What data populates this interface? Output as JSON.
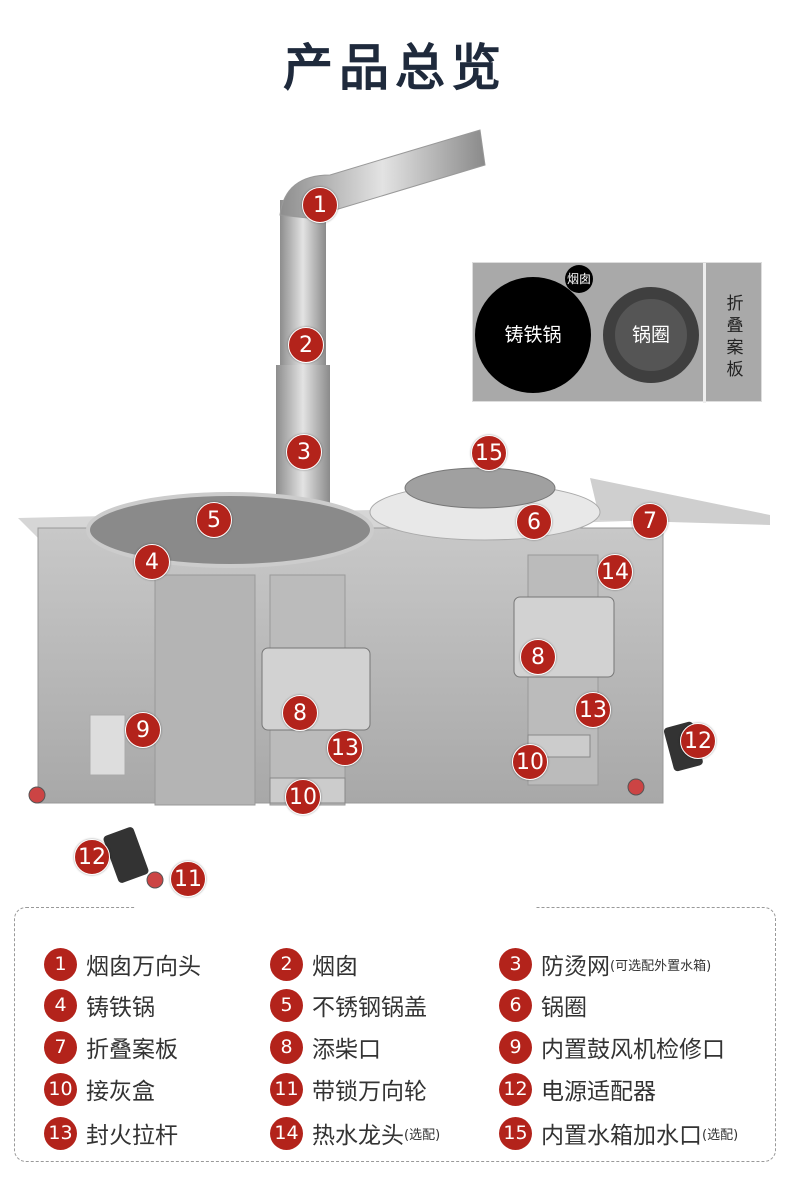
{
  "title": "产品总览",
  "inset": {
    "cast_iron_pot": "铸铁锅",
    "chimney": "烟囱",
    "pot_ring": "锅圈",
    "folding_board": "折叠案板"
  },
  "markers": [
    "1",
    "2",
    "3",
    "4",
    "5",
    "6",
    "7",
    "8",
    "8",
    "9",
    "10",
    "10",
    "11",
    "12",
    "12",
    "13",
    "13",
    "14",
    "15"
  ],
  "legend": [
    {
      "num": "1",
      "label": "烟囱万向头",
      "note": ""
    },
    {
      "num": "2",
      "label": "烟囱",
      "note": ""
    },
    {
      "num": "3",
      "label": "防烫网",
      "note": "(可选配外置水箱)"
    },
    {
      "num": "4",
      "label": "铸铁锅",
      "note": ""
    },
    {
      "num": "5",
      "label": "不锈钢锅盖",
      "note": ""
    },
    {
      "num": "6",
      "label": "锅圈",
      "note": ""
    },
    {
      "num": "7",
      "label": "折叠案板",
      "note": ""
    },
    {
      "num": "8",
      "label": "添柴口",
      "note": ""
    },
    {
      "num": "9",
      "label": "内置鼓风机检修口",
      "note": ""
    },
    {
      "num": "10",
      "label": "接灰盒",
      "note": ""
    },
    {
      "num": "11",
      "label": "带锁万向轮",
      "note": ""
    },
    {
      "num": "12",
      "label": "电源适配器",
      "note": ""
    },
    {
      "num": "13",
      "label": "封火拉杆",
      "note": ""
    },
    {
      "num": "14",
      "label": "热水龙头",
      "note": "(选配)"
    },
    {
      "num": "15",
      "label": "内置水箱加水口",
      "note": "(选配)"
    }
  ],
  "colors": {
    "marker": "#b3231b",
    "title": "#1f2a3c"
  }
}
